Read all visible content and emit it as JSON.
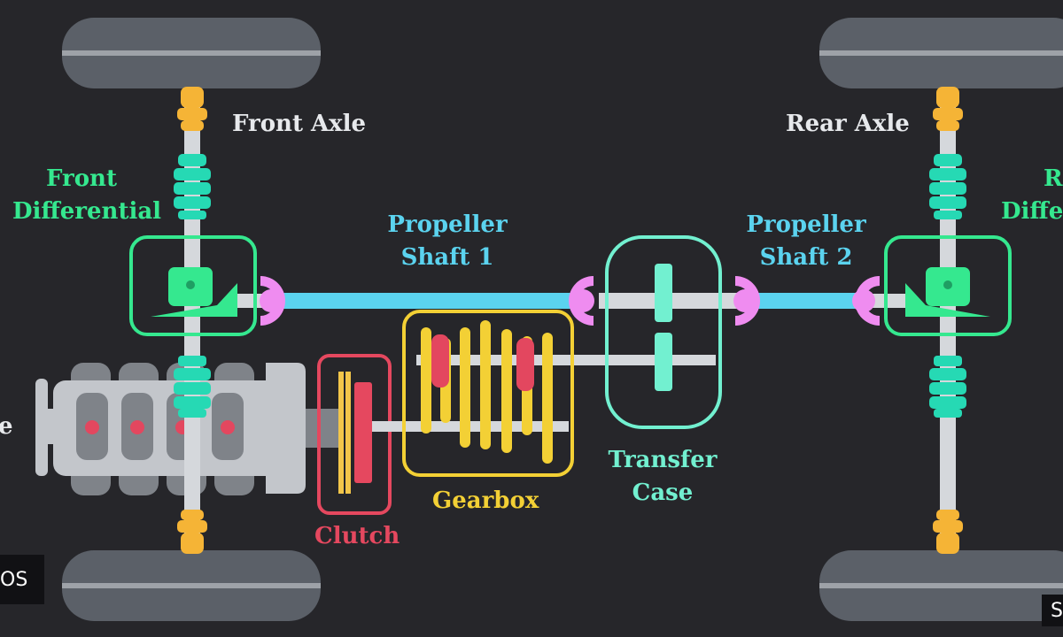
{
  "colors": {
    "background": "#26262a",
    "wheel": "#5b6068",
    "axle": "#d5d8dc",
    "joint": "#f5b436",
    "boot": "#26d9b4",
    "differential": "#35e88f",
    "propeller": "#5bd3ef",
    "u_joint": "#ef8cf0",
    "transfer_case": "#72f0d0",
    "gearbox": "#f3d035",
    "gear_red": "#e3475f",
    "clutch": "#e5485f",
    "clutch_plate": "#f3c64a",
    "engine_body": "#c3c6cb",
    "engine_dark": "#7f8389",
    "label_white": "#e7e9ec",
    "label_green": "#35e88f",
    "label_blue": "#5bd3ef",
    "label_teal": "#72f0d0",
    "label_yellow": "#f3d035",
    "label_red": "#e5485f"
  },
  "labels": {
    "front_axle": "Front Axle",
    "rear_axle": "Rear Axle",
    "front_differential": [
      "Front",
      "Differential"
    ],
    "rear_differential": [
      "Re",
      "Differe"
    ],
    "propeller_shaft_1": [
      "Propeller",
      "Shaft 1"
    ],
    "propeller_shaft_2": [
      "Propeller",
      "Shaft 2"
    ],
    "transfer_case": [
      "Transfer",
      "Case"
    ],
    "gearbox": "Gearbox",
    "clutch": "Clutch",
    "engine_partial": "e"
  },
  "overlays": {
    "bottom_left": "OS",
    "bottom_right": "S"
  }
}
